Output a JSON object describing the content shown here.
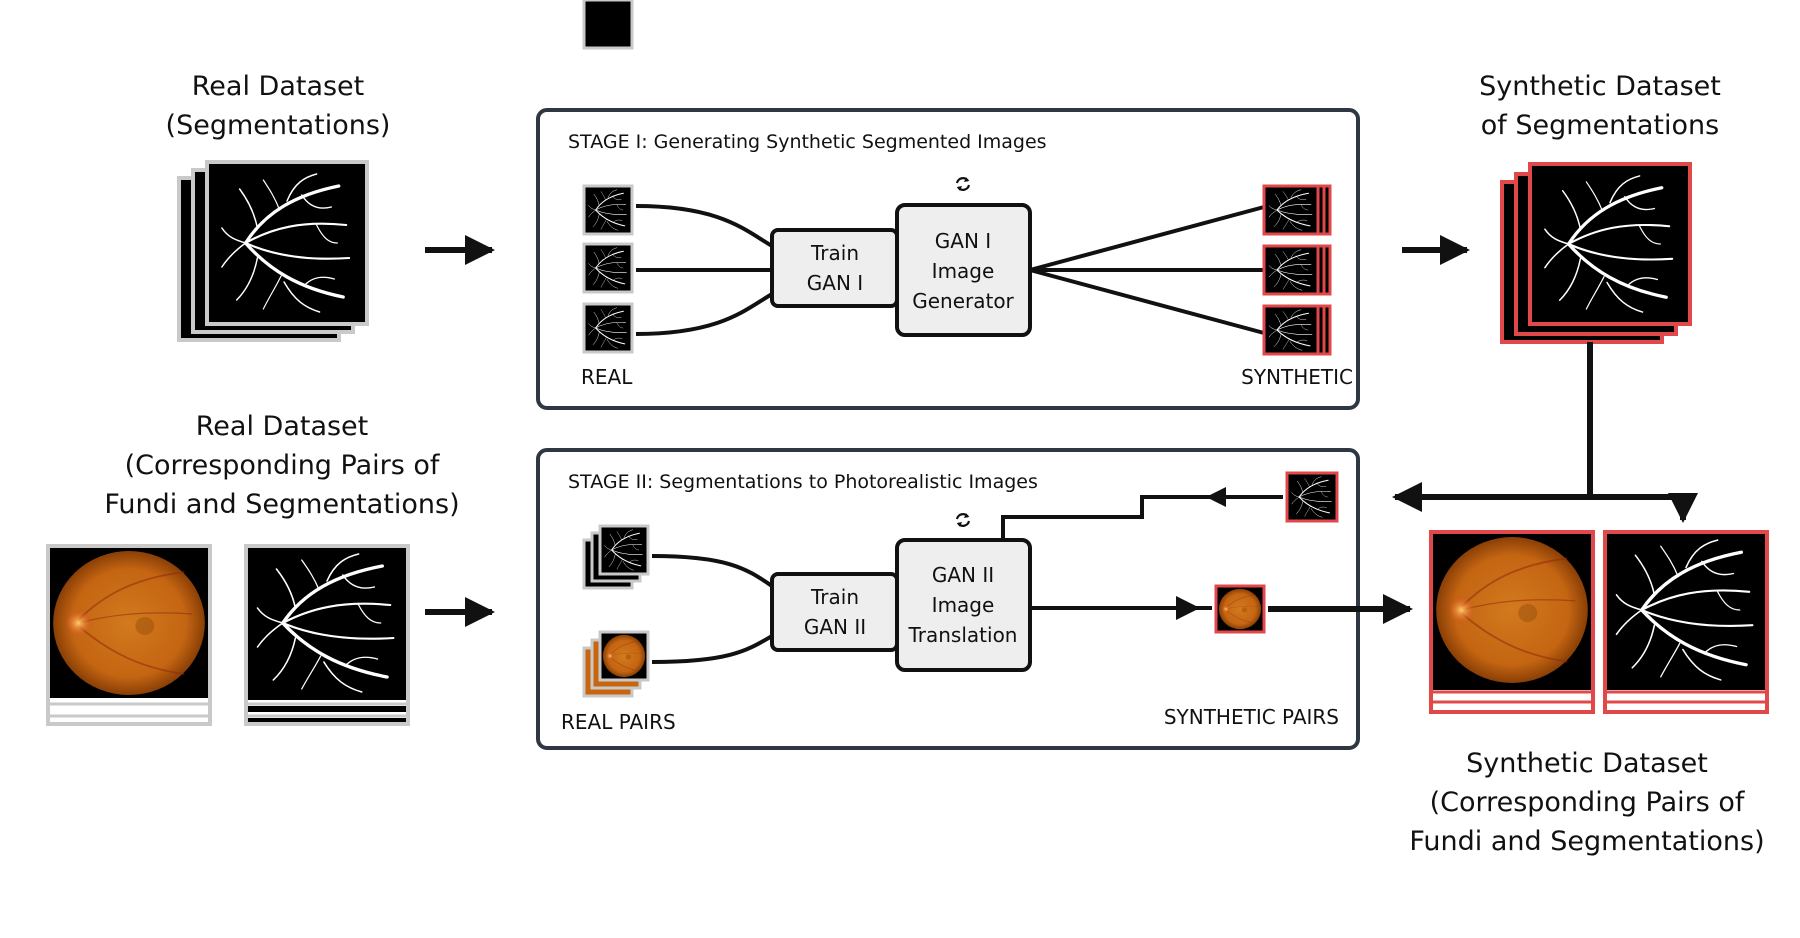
{
  "real_dataset_segmentations": {
    "title_line1": "Real Dataset",
    "title_line2": "(Segmentations)"
  },
  "real_dataset_pairs": {
    "title_line1": "Real Dataset",
    "title_line2": "(Corresponding Pairs of",
    "title_line3": "Fundi and Segmentations)"
  },
  "synthetic_dataset_segmentations": {
    "title_line1": "Synthetic Dataset",
    "title_line2": "of Segmentations"
  },
  "synthetic_dataset_pairs": {
    "title_line1": "Synthetic Dataset",
    "title_line2": "(Corresponding Pairs of",
    "title_line3": "Fundi and Segmentations)"
  },
  "stage1": {
    "title": "STAGE I: Generating Synthetic Segmented Images",
    "train_line1": "Train",
    "train_line2": "GAN I",
    "gen_line1": "GAN I",
    "gen_line2": "Image",
    "gen_line3": "Generator",
    "left_label": "REAL",
    "right_label": "SYNTHETIC"
  },
  "stage2": {
    "title": "STAGE II: Segmentations to Photorealistic Images",
    "train_line1": "Train",
    "train_line2": "GAN II",
    "gen_line1": "GAN II",
    "gen_line2": "Image",
    "gen_line3": "Translation",
    "left_label": "REAL PAIRS",
    "right_label": "SYNTHETIC PAIRS"
  },
  "icons": {
    "refresh": "refresh-icon",
    "arrow": "arrow-right-icon"
  },
  "colors": {
    "synthetic_border": "#e0484a",
    "real_border": "#c9c9c9",
    "fundus": "#c8660f",
    "stage_border": "#2f3742",
    "box_fill": "#eeeeee"
  }
}
